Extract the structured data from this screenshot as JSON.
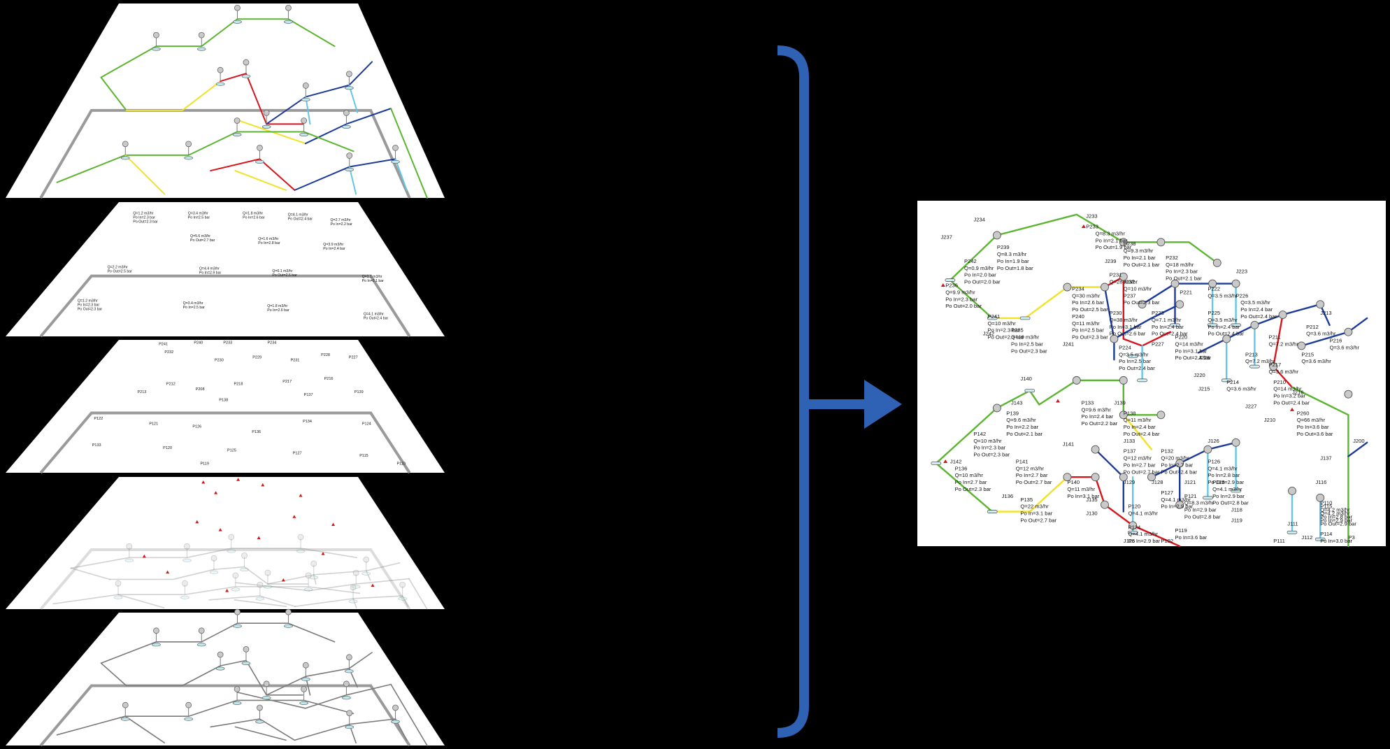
{
  "colors": {
    "background": "#000000",
    "layer_fill": "#ffffff",
    "frame_gray": "#9a9a9a",
    "pipe_green": "#5cb531",
    "pipe_yellow": "#f0e225",
    "pipe_red": "#d8141c",
    "pipe_blue": "#1c3a9c",
    "pipe_cyan": "#63c6e6",
    "pipe_gray": "#7a7a7a",
    "arrow_blue": "#2f62b4",
    "node_fill": "#c9c9c9",
    "warn_red": "#d01818"
  },
  "layers": [
    {
      "name": "colored-network"
    },
    {
      "name": "flow-pressure-annotations"
    },
    {
      "name": "pipe-id-labels"
    },
    {
      "name": "warning-markers"
    },
    {
      "name": "base-network-geometry"
    }
  ],
  "layer_texts": {
    "annotations": [
      "Q=1.2 m3/hr Po In=2.3 bar Po Out=2.3 bar",
      "Q=3.4 m3/hr Po In=2.5 bar",
      "Q=1.8 m3/hr Po In=2.6 bar",
      "Q=4.1 m3/hr Po Out=2.4 bar",
      "Q=2.7 m3/hr Po In=2.2 bar",
      "Q=5.6 m3/hr Po Out=2.7 bar",
      "Q=1.6 m3/hr Po In=2.8 bar",
      "Q=3.9 m3/hr Po In=2.4 bar",
      "Q=2.2 m3/hr Po Out=2.5 bar",
      "Q=4.4 m3/hr Po In=2.9 bar",
      "Q=6.1 m3/hr Po Out=2.6 bar",
      "Q=1.1 m3/hr Po In=2.1 bar"
    ],
    "pipe_ids": [
      "P241",
      "P240",
      "P233",
      "P234",
      "P232",
      "P230",
      "P229",
      "P231",
      "P228",
      "P227",
      "P212",
      "P218",
      "P217",
      "P216",
      "P213",
      "P208",
      "P138",
      "P137",
      "P139",
      "P122",
      "P121",
      "P126",
      "P136",
      "P134",
      "P124",
      "P133",
      "P120",
      "P125",
      "P127",
      "P115",
      "P119",
      "P110"
    ]
  },
  "result": {
    "labels": [
      {
        "text": "J234"
      },
      {
        "text": "J233"
      },
      {
        "text": "J237"
      },
      {
        "text": "P233"
      },
      {
        "text": "Q=8.3 m3/hr"
      },
      {
        "text": "Po In=2.1 bar"
      },
      {
        "text": "Po Out=1.9 bar"
      },
      {
        "text": "P239"
      },
      {
        "text": "Q=8.3 m3/hr"
      },
      {
        "text": "Po In=1.9 bar"
      },
      {
        "text": "Po Out=1.8 bar"
      },
      {
        "text": "P238"
      },
      {
        "text": "Q=9.3 m3/hr"
      },
      {
        "text": "Po In=2.1 bar"
      },
      {
        "text": "Po Out=2.1 bar"
      },
      {
        "text": "J239"
      },
      {
        "text": "P232"
      },
      {
        "text": "Q=18 m3/hr"
      },
      {
        "text": "Po In=2.3 bar"
      },
      {
        "text": "Po Out=2.1 bar"
      },
      {
        "text": "J223"
      },
      {
        "text": "P242"
      },
      {
        "text": "Q=0.9 m3/hr"
      },
      {
        "text": "Po In=2.0 bar"
      },
      {
        "text": "Po Out=2.0 bar"
      },
      {
        "text": "P236"
      },
      {
        "text": "Q=9.9 m3/hr"
      },
      {
        "text": "Po In=2.3 bar"
      },
      {
        "text": "Po Out=2.0 bar"
      },
      {
        "text": "P231"
      },
      {
        "text": "Q=28 m3/hr"
      },
      {
        "text": "J232"
      },
      {
        "text": "Q=10 m3/hr"
      },
      {
        "text": "P237"
      },
      {
        "text": "Po Out=2.3 bar"
      },
      {
        "text": "P234"
      },
      {
        "text": "Q=30 m3/hr"
      },
      {
        "text": "Po In=2.6 bar"
      },
      {
        "text": "Po Out=2.5 bar"
      },
      {
        "text": "P241"
      },
      {
        "text": "Q=10 m3/hr"
      },
      {
        "text": "Po In=2.3 bar"
      },
      {
        "text": "Po Out=2.3 bar"
      },
      {
        "text": "P240"
      },
      {
        "text": "Q=11 m3/hr"
      },
      {
        "text": "Po In=2.5 bar"
      },
      {
        "text": "Po Out=2.3 bar"
      },
      {
        "text": "P230"
      },
      {
        "text": "Q=38 m3/hr"
      },
      {
        "text": "Po In=3.1 bar"
      },
      {
        "text": "Po Out=2.6 bar"
      },
      {
        "text": "P235"
      },
      {
        "text": "Q=19 m3/hr"
      },
      {
        "text": "Po In=2.5 bar"
      },
      {
        "text": "Po Out=2.3 bar"
      },
      {
        "text": "J241"
      },
      {
        "text": "J242"
      },
      {
        "text": "P221"
      },
      {
        "text": "P222"
      },
      {
        "text": "Q=3.5 m3/hr"
      },
      {
        "text": "P226"
      },
      {
        "text": "Q=3.5 m3/hr"
      },
      {
        "text": "Po In=2.4 bar"
      },
      {
        "text": "Po Out=2.4 bar"
      },
      {
        "text": "P223"
      },
      {
        "text": "Q=7.1 m3/hr"
      },
      {
        "text": "Po In=2.4 bar"
      },
      {
        "text": "Po Out=2.4 bar"
      },
      {
        "text": "P225"
      },
      {
        "text": "Q=3.5 m3/hr"
      },
      {
        "text": "Po In=2.4 bar"
      },
      {
        "text": "Po Out=2.4 bar"
      },
      {
        "text": "J213"
      },
      {
        "text": "P224"
      },
      {
        "text": "Q=3.5 m3/hr"
      },
      {
        "text": "Po In=2.5 bar"
      },
      {
        "text": "Po Out=2.4 bar"
      },
      {
        "text": "P227"
      },
      {
        "text": "P220"
      },
      {
        "text": "Q=14 m3/hr"
      },
      {
        "text": "Po In=3.1 bar"
      },
      {
        "text": "Po Out=2.4 bar"
      },
      {
        "text": "J226"
      },
      {
        "text": "J220"
      },
      {
        "text": "J140"
      },
      {
        "text": "P212"
      },
      {
        "text": "Q=3.6 m3/hr"
      },
      {
        "text": "P211"
      },
      {
        "text": "Q=7.2 m3/hr"
      },
      {
        "text": "P216"
      },
      {
        "text": "Q=3.6 m3/hr"
      },
      {
        "text": "P213"
      },
      {
        "text": "Q=7.2 m3/hr"
      },
      {
        "text": "P215"
      },
      {
        "text": "Q=3.6 m3/hr"
      },
      {
        "text": "P217"
      },
      {
        "text": "Q=3.6 m3/hr"
      },
      {
        "text": "P214"
      },
      {
        "text": "Q=3.6 m3/hr"
      },
      {
        "text": "P210"
      },
      {
        "text": "Q=14 m3/hr"
      },
      {
        "text": "Po In=3.2 bar"
      },
      {
        "text": "Po Out=2.4 bar"
      },
      {
        "text": "J215"
      },
      {
        "text": "J216"
      },
      {
        "text": "J210"
      },
      {
        "text": "J227"
      },
      {
        "text": "J143"
      },
      {
        "text": "J139"
      },
      {
        "text": "P139"
      },
      {
        "text": "Q=9.6 m3/hr"
      },
      {
        "text": "Po In=2.2 bar"
      },
      {
        "text": "Po Out=2.1 bar"
      },
      {
        "text": "P133"
      },
      {
        "text": "Q=9.6 m3/hr"
      },
      {
        "text": "Po In=2.4 bar"
      },
      {
        "text": "Po Out=2.2 bar"
      },
      {
        "text": "P138"
      },
      {
        "text": "Q=11 m3/hr"
      },
      {
        "text": "Po In=2.4 bar"
      },
      {
        "text": "Po Out=2.4 bar"
      },
      {
        "text": "J133"
      },
      {
        "text": "P260"
      },
      {
        "text": "Q=66 m3/hr"
      },
      {
        "text": "Po In=3.6 bar"
      },
      {
        "text": "Po Out=3.6 bar"
      },
      {
        "text": "J200"
      },
      {
        "text": "P142"
      },
      {
        "text": "Q=10 m3/hr"
      },
      {
        "text": "Po In=2.3 bar"
      },
      {
        "text": "Po Out=2.3 bar"
      },
      {
        "text": "J141"
      },
      {
        "text": "P137"
      },
      {
        "text": "Q=12 m3/hr"
      },
      {
        "text": "Po In=2.7 bar"
      },
      {
        "text": "Po Out=2.7 bar"
      },
      {
        "text": "P132"
      },
      {
        "text": "Q=20 m3/hr"
      },
      {
        "text": "Po In=2.7 bar"
      },
      {
        "text": "Po Out=2.4 bar"
      },
      {
        "text": "J126"
      },
      {
        "text": "J137"
      },
      {
        "text": "J142"
      },
      {
        "text": "P136"
      },
      {
        "text": "Q=10 m3/hr"
      },
      {
        "text": "Po In=2.7 bar"
      },
      {
        "text": "Po Out=2.3 bar"
      },
      {
        "text": "P141"
      },
      {
        "text": "Q=12 m3/hr"
      },
      {
        "text": "Po In=2.7 bar"
      },
      {
        "text": "Po Out=2.7 bar"
      },
      {
        "text": "P140"
      },
      {
        "text": "Q=11 m3/hr"
      },
      {
        "text": "Po In=3.1 bar"
      },
      {
        "text": "J129"
      },
      {
        "text": "J128"
      },
      {
        "text": "J121"
      },
      {
        "text": "P126"
      },
      {
        "text": "Q=4.1 m3/hr"
      },
      {
        "text": "Po In=2.8 bar"
      },
      {
        "text": "Po Out=2.9 bar"
      },
      {
        "text": "P125"
      },
      {
        "text": "Q=4.1 m3/hr"
      },
      {
        "text": "Po In=2.9 bar"
      },
      {
        "text": "Po Out=2.8 bar"
      },
      {
        "text": "J116"
      },
      {
        "text": "P127"
      },
      {
        "text": "Q=4.1 m3/hr"
      },
      {
        "text": "Po In=2.9 bar"
      },
      {
        "text": "P121"
      },
      {
        "text": "Q=8.3 m3/hr"
      },
      {
        "text": "Po In=2.9 bar"
      },
      {
        "text": "Po Out=2.8 bar"
      },
      {
        "text": "J118"
      },
      {
        "text": "P110"
      },
      {
        "text": "Q=4.2 m3/hr"
      },
      {
        "text": "Po In=2.8 bar"
      },
      {
        "text": "Po Out=2.9 bar"
      },
      {
        "text": "J136"
      },
      {
        "text": "P135"
      },
      {
        "text": "Q=22 m3/hr"
      },
      {
        "text": "Po In=3.1 bar"
      },
      {
        "text": "Po Out=2.7 bar"
      },
      {
        "text": "J135"
      },
      {
        "text": "J130"
      },
      {
        "text": "P120"
      },
      {
        "text": "Q=4.1 m3/hr"
      },
      {
        "text": "J119"
      },
      {
        "text": "P115"
      },
      {
        "text": "Q=4.2 m3/hr"
      },
      {
        "text": "Po In=2.9 bar"
      },
      {
        "text": "J111"
      },
      {
        "text": "P124"
      },
      {
        "text": "Q=4.1 m3/hr"
      },
      {
        "text": "Po In=2.9 bar"
      },
      {
        "text": "P119"
      },
      {
        "text": "Po In=3.6 bar"
      },
      {
        "text": "Po Out=2.9 bar"
      },
      {
        "text": "P111"
      },
      {
        "text": "J112"
      },
      {
        "text": "P114"
      },
      {
        "text": "Po In=3.0 bar"
      },
      {
        "text": "Po Out=2.9 bar"
      },
      {
        "text": "P3"
      },
      {
        "text": "Q=66 m3/hr"
      },
      {
        "text": "J125"
      },
      {
        "text": "P102"
      }
    ]
  }
}
